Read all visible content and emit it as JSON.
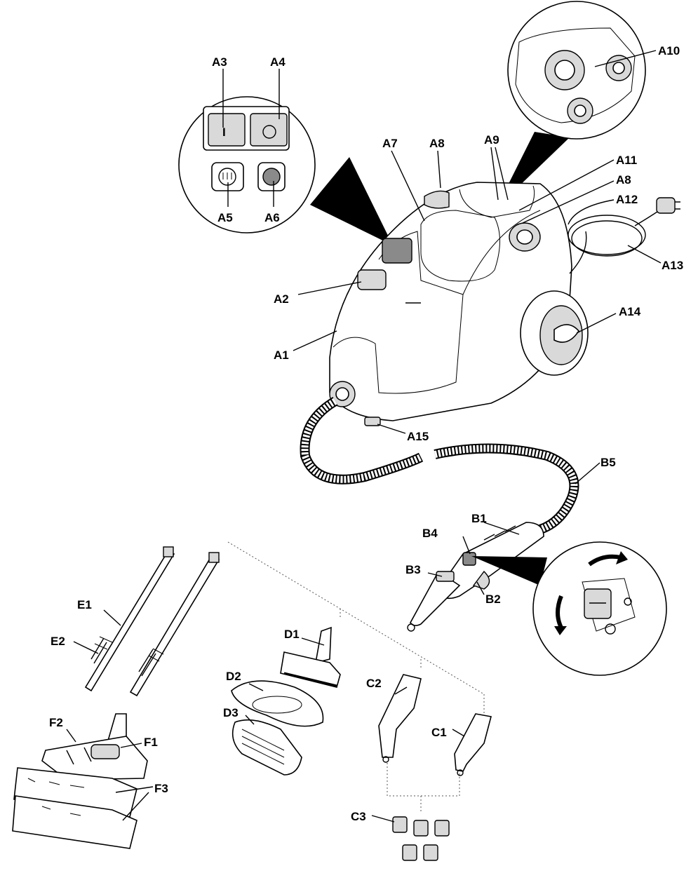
{
  "labels": {
    "A1": "A1",
    "A2": "A2",
    "A3": "A3",
    "A4": "A4",
    "A5": "A5",
    "A6": "A6",
    "A7": "A7",
    "A8_top": "A8",
    "A8_side": "A8",
    "A9": "A9",
    "A10": "A10",
    "A11": "A11",
    "A12": "A12",
    "A13": "A13",
    "A14": "A14",
    "A15": "A15",
    "B1": "B1",
    "B2": "B2",
    "B3": "B3",
    "B4": "B4",
    "B5": "B5",
    "C1": "C1",
    "C2": "C2",
    "C3": "C3",
    "D1": "D1",
    "D2": "D2",
    "D3": "D3",
    "E1": "E1",
    "E2": "E2",
    "F1": "F1",
    "F2": "F2",
    "F3": "F3"
  },
  "switch_symbols": {
    "on": "I",
    "off": "O"
  }
}
